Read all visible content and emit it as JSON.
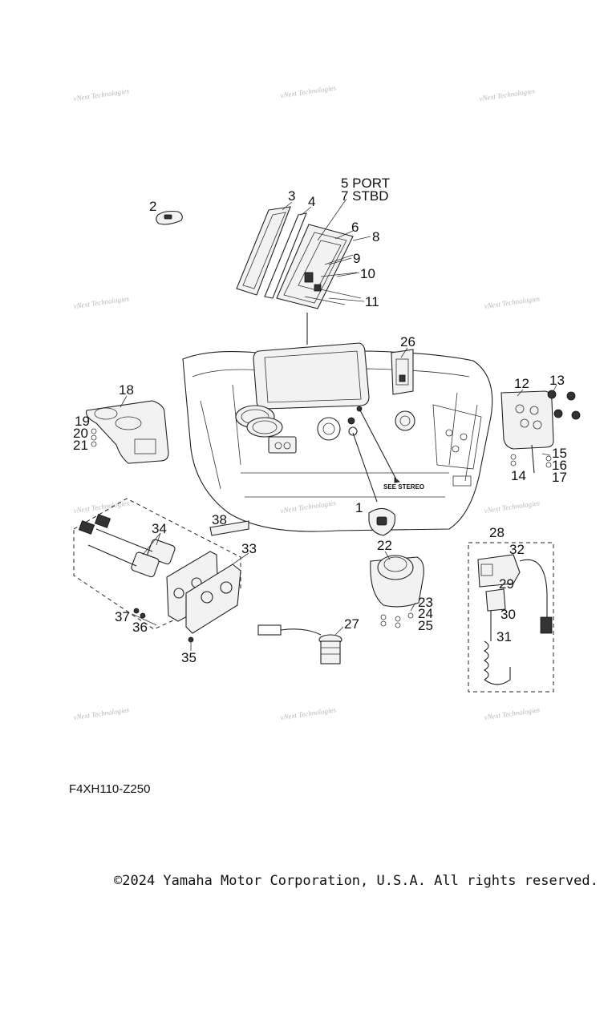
{
  "watermark_text": "vNext Technologies",
  "callouts": [
    {
      "id": "1",
      "label": "1"
    },
    {
      "id": "2",
      "label": "2"
    },
    {
      "id": "3",
      "label": "3"
    },
    {
      "id": "4",
      "label": "4"
    },
    {
      "id": "5",
      "label": "5 PORT"
    },
    {
      "id": "7",
      "label": "7 STBD"
    },
    {
      "id": "6",
      "label": "6"
    },
    {
      "id": "8",
      "label": "8"
    },
    {
      "id": "9",
      "label": "9"
    },
    {
      "id": "10",
      "label": "10"
    },
    {
      "id": "11",
      "label": "11"
    },
    {
      "id": "12",
      "label": "12"
    },
    {
      "id": "13",
      "label": "13"
    },
    {
      "id": "14",
      "label": "14"
    },
    {
      "id": "15",
      "label": "15"
    },
    {
      "id": "16",
      "label": "16"
    },
    {
      "id": "17",
      "label": "17"
    },
    {
      "id": "18",
      "label": "18"
    },
    {
      "id": "19",
      "label": "19"
    },
    {
      "id": "20",
      "label": "20"
    },
    {
      "id": "21",
      "label": "21"
    },
    {
      "id": "22",
      "label": "22"
    },
    {
      "id": "23",
      "label": "23"
    },
    {
      "id": "24",
      "label": "24"
    },
    {
      "id": "25",
      "label": "25"
    },
    {
      "id": "26",
      "label": "26"
    },
    {
      "id": "27",
      "label": "27"
    },
    {
      "id": "28",
      "label": "28"
    },
    {
      "id": "29",
      "label": "29"
    },
    {
      "id": "30",
      "label": "30"
    },
    {
      "id": "31",
      "label": "31"
    },
    {
      "id": "32",
      "label": "32"
    },
    {
      "id": "33",
      "label": "33"
    },
    {
      "id": "34",
      "label": "34"
    },
    {
      "id": "35",
      "label": "35"
    },
    {
      "id": "36",
      "label": "36"
    },
    {
      "id": "37",
      "label": "37"
    },
    {
      "id": "38",
      "label": "38"
    }
  ],
  "annotation_see_stereo": "SEE STEREO",
  "part_code": "F4XH110-Z250",
  "copyright": "©2024 Yamaha Motor Corporation, U.S.A. All rights reserved."
}
